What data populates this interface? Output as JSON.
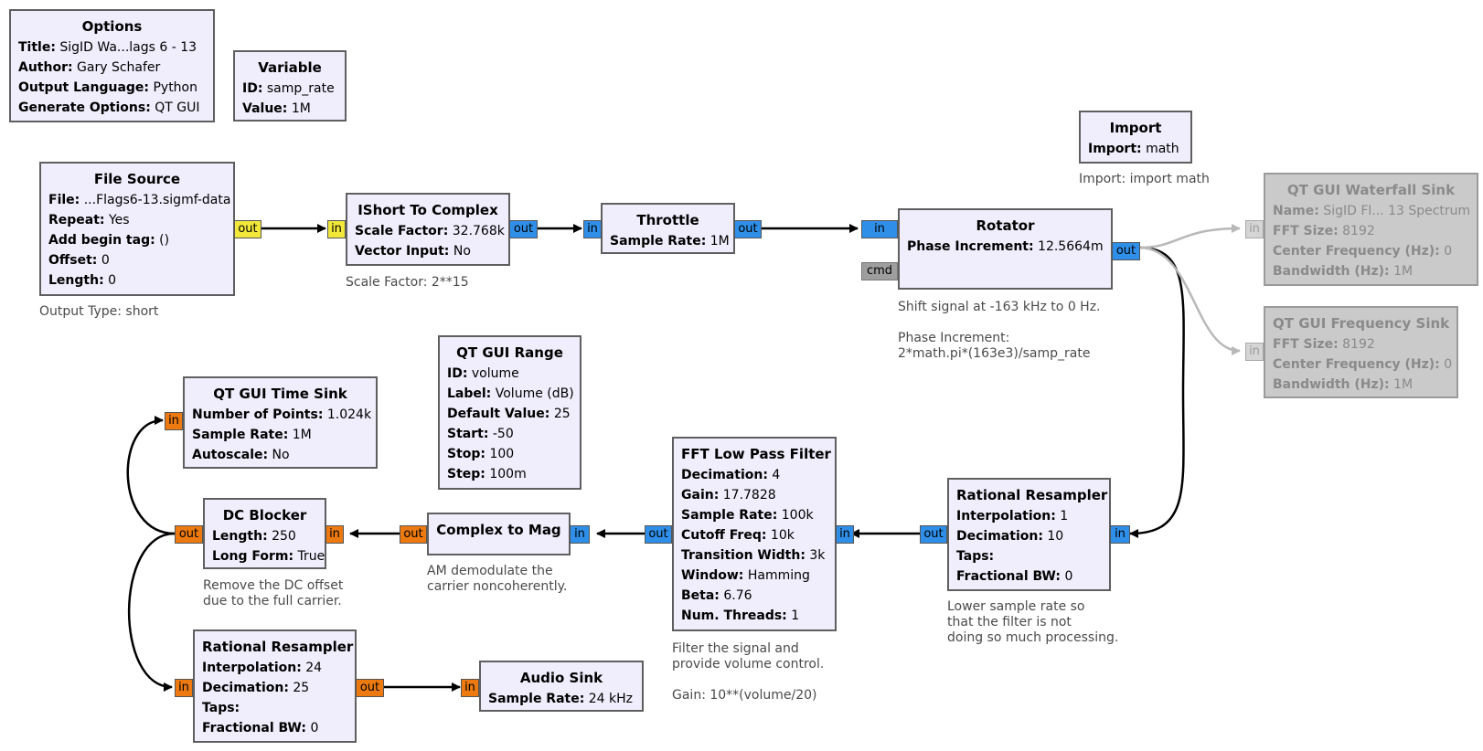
{
  "blocks": {
    "options": {
      "title": "Options",
      "params": [
        {
          "k": "Title:",
          "v": " SigID Wa...lags 6 - 13"
        },
        {
          "k": "Author:",
          "v": " Gary Schafer"
        },
        {
          "k": "Output Language:",
          "v": " Python"
        },
        {
          "k": "Generate Options:",
          "v": " QT GUI"
        }
      ]
    },
    "variable": {
      "title": "Variable",
      "params": [
        {
          "k": "ID:",
          "v": " samp_rate"
        },
        {
          "k": "Value:",
          "v": " 1M"
        }
      ]
    },
    "import": {
      "title": "Import",
      "params": [
        {
          "k": "Import:",
          "v": " math"
        }
      ]
    },
    "file_source": {
      "title": "File Source",
      "params": [
        {
          "k": "File:",
          "v": " ...Flags6-13.sigmf-data"
        },
        {
          "k": "Repeat:",
          "v": " Yes"
        },
        {
          "k": "Add begin tag:",
          "v": " ()"
        },
        {
          "k": "Offset:",
          "v": " 0"
        },
        {
          "k": "Length:",
          "v": " 0"
        }
      ]
    },
    "ishort": {
      "title": "IShort To Complex",
      "params": [
        {
          "k": "Scale Factor:",
          "v": " 32.768k"
        },
        {
          "k": "Vector Input:",
          "v": " No"
        }
      ]
    },
    "throttle": {
      "title": "Throttle",
      "params": [
        {
          "k": "Sample Rate:",
          "v": " 1M"
        }
      ]
    },
    "rotator": {
      "title": "Rotator",
      "params": [
        {
          "k": "Phase Increment:",
          "v": " 12.5664m"
        }
      ]
    },
    "waterfall": {
      "title": "QT GUI Waterfall Sink",
      "params": [
        {
          "k": "Name:",
          "v": " SigID Fl... 13 Spectrum"
        },
        {
          "k": "FFT Size:",
          "v": " 8192"
        },
        {
          "k": "Center Frequency (Hz):",
          "v": " 0"
        },
        {
          "k": "Bandwidth (Hz):",
          "v": " 1M"
        }
      ]
    },
    "freq_sink": {
      "title": "QT GUI Frequency Sink",
      "params": [
        {
          "k": "FFT Size:",
          "v": " 8192"
        },
        {
          "k": "Center Frequency (Hz):",
          "v": " 0"
        },
        {
          "k": "Bandwidth (Hz):",
          "v": " 1M"
        }
      ]
    },
    "range": {
      "title": "QT GUI Range",
      "params": [
        {
          "k": "ID:",
          "v": " volume"
        },
        {
          "k": "Label:",
          "v": " Volume (dB)"
        },
        {
          "k": "Default Value:",
          "v": " 25"
        },
        {
          "k": "Start:",
          "v": " -50"
        },
        {
          "k": "Stop:",
          "v": " 100"
        },
        {
          "k": "Step:",
          "v": " 100m"
        }
      ]
    },
    "time_sink": {
      "title": "QT GUI Time Sink",
      "params": [
        {
          "k": "Number of Points:",
          "v": " 1.024k"
        },
        {
          "k": "Sample Rate:",
          "v": " 1M"
        },
        {
          "k": "Autoscale:",
          "v": " No"
        }
      ]
    },
    "fft_lpf": {
      "title": "FFT Low Pass Filter",
      "params": [
        {
          "k": "Decimation:",
          "v": " 4"
        },
        {
          "k": "Gain:",
          "v": " 17.7828"
        },
        {
          "k": "Sample Rate:",
          "v": " 100k"
        },
        {
          "k": "Cutoff Freq:",
          "v": " 10k"
        },
        {
          "k": "Transition Width:",
          "v": " 3k"
        },
        {
          "k": "Window:",
          "v": " Hamming"
        },
        {
          "k": "Beta:",
          "v": " 6.76"
        },
        {
          "k": "Num. Threads:",
          "v": " 1"
        }
      ]
    },
    "resampler1": {
      "title": "Rational Resampler",
      "params": [
        {
          "k": "Interpolation:",
          "v": " 1"
        },
        {
          "k": "Decimation:",
          "v": " 10"
        },
        {
          "k": "Taps:",
          "v": ""
        },
        {
          "k": "Fractional BW:",
          "v": " 0"
        }
      ]
    },
    "dc_blocker": {
      "title": "DC Blocker",
      "params": [
        {
          "k": "Length:",
          "v": " 250"
        },
        {
          "k": "Long Form:",
          "v": " True"
        }
      ]
    },
    "complex_mag": {
      "title": "Complex to Mag",
      "params": []
    },
    "resampler2": {
      "title": "Rational Resampler",
      "params": [
        {
          "k": "Interpolation:",
          "v": " 24"
        },
        {
          "k": "Decimation:",
          "v": " 25"
        },
        {
          "k": "Taps:",
          "v": ""
        },
        {
          "k": "Fractional BW:",
          "v": " 0"
        }
      ]
    },
    "audio_sink": {
      "title": "Audio Sink",
      "params": [
        {
          "k": "Sample Rate:",
          "v": " 24 kHz"
        }
      ]
    }
  },
  "ports": {
    "out": "out",
    "in": "in",
    "cmd": "cmd"
  },
  "comments": {
    "import": "Import: import math",
    "file_source": "Output Type: short",
    "ishort": "Scale Factor: 2**15",
    "rotator": "Shift signal at -163 kHz to 0 Hz.\n\nPhase Increment:\n2*math.pi*(163e3)/samp_rate",
    "resampler1": "Lower sample rate so\nthat the filter is not\ndoing so much processing.",
    "fft_lpf": "Filter the signal and\nprovide volume control.\n\nGain: 10**(volume/20)",
    "complex_mag": "AM demodulate the\ncarrier noncoherently.",
    "dc_blocker": "Remove the DC offset\ndue to the full carrier."
  },
  "colors": {
    "block_bg": "#f0edfc",
    "block_border": "#5f5f5f",
    "disabled_bg": "#cacaca",
    "complex_port": "#2f8fe8",
    "short_port": "#f2e83a",
    "float_port": "#ec7a10",
    "message_port": "#9e9e9e",
    "wire": "#000000",
    "disabled_wire": "#b8b8b8"
  }
}
